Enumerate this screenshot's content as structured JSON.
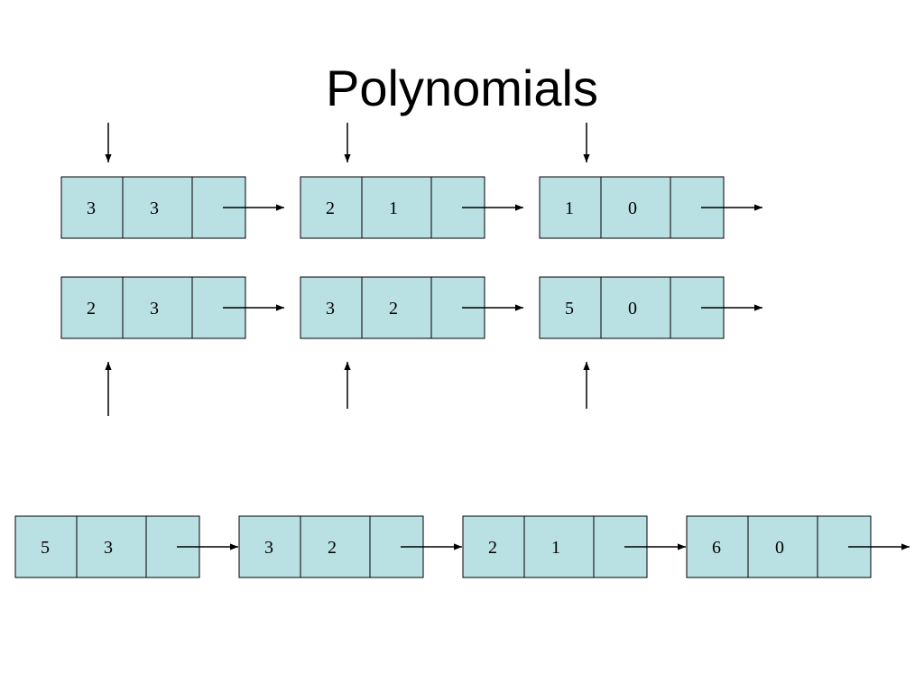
{
  "slide": {
    "title": "Polynomials",
    "node_fill": "#b9e0e3",
    "stroke": "#000000"
  },
  "lists": [
    {
      "name": "polynomial-a",
      "terms": [
        {
          "coefficient": "3",
          "exponent": "3"
        },
        {
          "coefficient": "2",
          "exponent": "1"
        },
        {
          "coefficient": "1",
          "exponent": "0"
        }
      ]
    },
    {
      "name": "polynomial-b",
      "terms": [
        {
          "coefficient": "2",
          "exponent": "3"
        },
        {
          "coefficient": "3",
          "exponent": "2"
        },
        {
          "coefficient": "5",
          "exponent": "0"
        }
      ]
    },
    {
      "name": "polynomial-sum",
      "terms": [
        {
          "coefficient": "5",
          "exponent": "3"
        },
        {
          "coefficient": "3",
          "exponent": "2"
        },
        {
          "coefficient": "2",
          "exponent": "1"
        },
        {
          "coefficient": "6",
          "exponent": "0"
        }
      ]
    }
  ],
  "pointers": [
    {
      "name": "pointer-a",
      "target_list": 0,
      "direction": "down"
    },
    {
      "name": "pointer-b",
      "target_list": 1,
      "direction": "up"
    }
  ]
}
